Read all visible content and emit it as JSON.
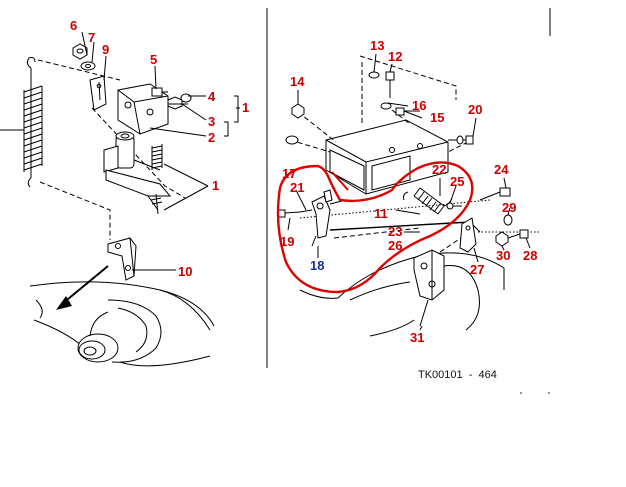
{
  "figure": {
    "caption": "TK00101  -  464",
    "colors": {
      "callout": "#cc0000",
      "callout_highlight": "#1a2d9e",
      "annotation": "#e00000",
      "line": "#000000",
      "background": "#ffffff"
    }
  },
  "callouts": [
    {
      "id": "c6",
      "label": "6"
    },
    {
      "id": "c7",
      "label": "7"
    },
    {
      "id": "c9",
      "label": "9"
    },
    {
      "id": "c5",
      "label": "5"
    },
    {
      "id": "c4",
      "label": "4"
    },
    {
      "id": "c1a",
      "label": "1"
    },
    {
      "id": "c3",
      "label": "3"
    },
    {
      "id": "c2",
      "label": "2"
    },
    {
      "id": "c1b",
      "label": "1"
    },
    {
      "id": "c10",
      "label": "10"
    },
    {
      "id": "c13",
      "label": "13"
    },
    {
      "id": "c12",
      "label": "12"
    },
    {
      "id": "c14",
      "label": "14"
    },
    {
      "id": "c16",
      "label": "16"
    },
    {
      "id": "c15",
      "label": "15"
    },
    {
      "id": "c20",
      "label": "20"
    },
    {
      "id": "c17",
      "label": "17"
    },
    {
      "id": "c21",
      "label": "21"
    },
    {
      "id": "c22",
      "label": "22"
    },
    {
      "id": "c25",
      "label": "25"
    },
    {
      "id": "c24",
      "label": "24"
    },
    {
      "id": "c11",
      "label": "11"
    },
    {
      "id": "c29",
      "label": "29"
    },
    {
      "id": "c19",
      "label": "19"
    },
    {
      "id": "c23",
      "label": "23"
    },
    {
      "id": "c26",
      "label": "26"
    },
    {
      "id": "c18",
      "label": "18",
      "highlight": true
    },
    {
      "id": "c27",
      "label": "27"
    },
    {
      "id": "c30",
      "label": "30"
    },
    {
      "id": "c28",
      "label": "28"
    },
    {
      "id": "c31",
      "label": "31"
    }
  ]
}
